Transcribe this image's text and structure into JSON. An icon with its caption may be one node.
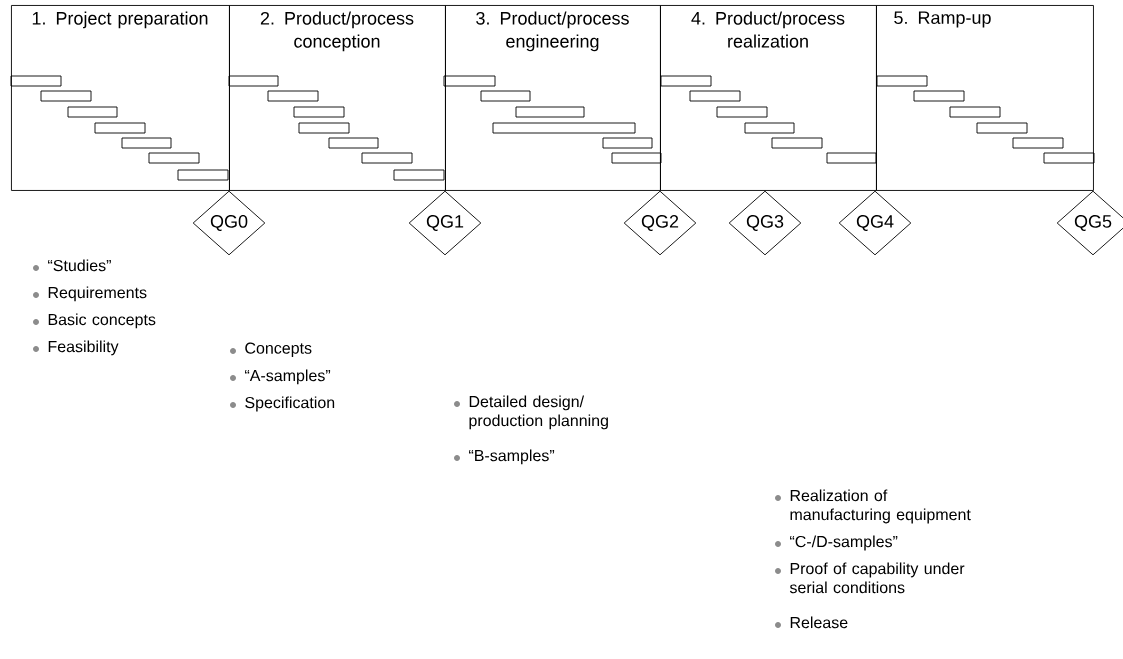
{
  "diagram": {
    "nodes": [
      {
        "text": [
          "1. Project preparation"
        ]
      },
      {
        "text": [
          "2. Product/process conception"
        ]
      },
      {
        "text": [
          "3. Product/process engineering"
        ]
      },
      {
        "text": [
          "4. Product/process realization"
        ]
      },
      {
        "text": [
          "5. Ramp-up"
        ]
      },
      {
        "text": [
          "QG0"
        ]
      },
      {
        "text": [
          "QG1"
        ]
      },
      {
        "text": [
          "QG2"
        ]
      },
      {
        "text": [
          "QG3"
        ]
      },
      {
        "text": [
          "QG4"
        ]
      },
      {
        "text": [
          "QG5"
        ]
      }
    ],
    "labels": [
      "“Studies”",
      "Requirements",
      "Basic concepts",
      "Feasibility",
      "Concepts",
      "“A-samples”",
      "Specification",
      "Detailed design/ production planning",
      "“B-samples”",
      "Realization of manufacturing equipment",
      "“C-/D-samples”",
      "Proof of capability under serial conditions",
      "Release"
    ]
  }
}
